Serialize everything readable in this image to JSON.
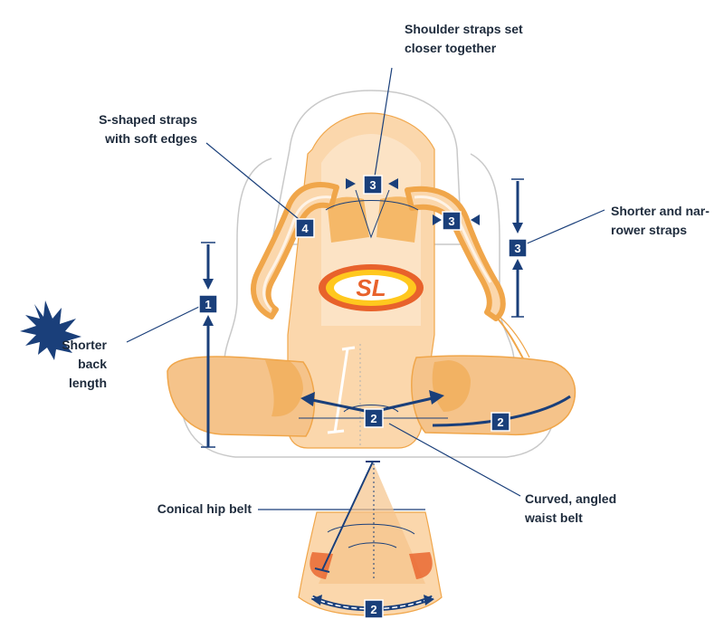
{
  "colors": {
    "navy": "#1a3f7a",
    "orange": "#f0a64a",
    "orange_light": "#fbd7ac",
    "orange_pale": "#fde6cc",
    "outline": "#c9c9c9",
    "text": "#1e2b3c",
    "logo_red": "#e8622b",
    "logo_yellow": "#ffc81e"
  },
  "logo": {
    "text": "SL"
  },
  "labels": {
    "shoulder_line1": "Shoulder straps set",
    "shoulder_line2": "closer together",
    "sshaped_line1": "S-shaped straps",
    "sshaped_line2": "with soft edges",
    "shorter_narrower_line1": "Shorter and nar-",
    "shorter_narrower_line2": "rower straps",
    "back_line1": "Shorter",
    "back_line2": "back",
    "back_line3": "length",
    "curved_line1": "Curved, angled",
    "curved_line2": "waist belt",
    "conical": "Conical hip belt"
  },
  "badges": {
    "back_length": "1",
    "waist_center": "2",
    "waist_right": "2",
    "hip_bottom": "2",
    "shoulder_center": "3",
    "shoulder_right": "3",
    "strap_side": "3",
    "sshaped": "4"
  },
  "icons": {
    "starburst": "starburst-icon"
  }
}
